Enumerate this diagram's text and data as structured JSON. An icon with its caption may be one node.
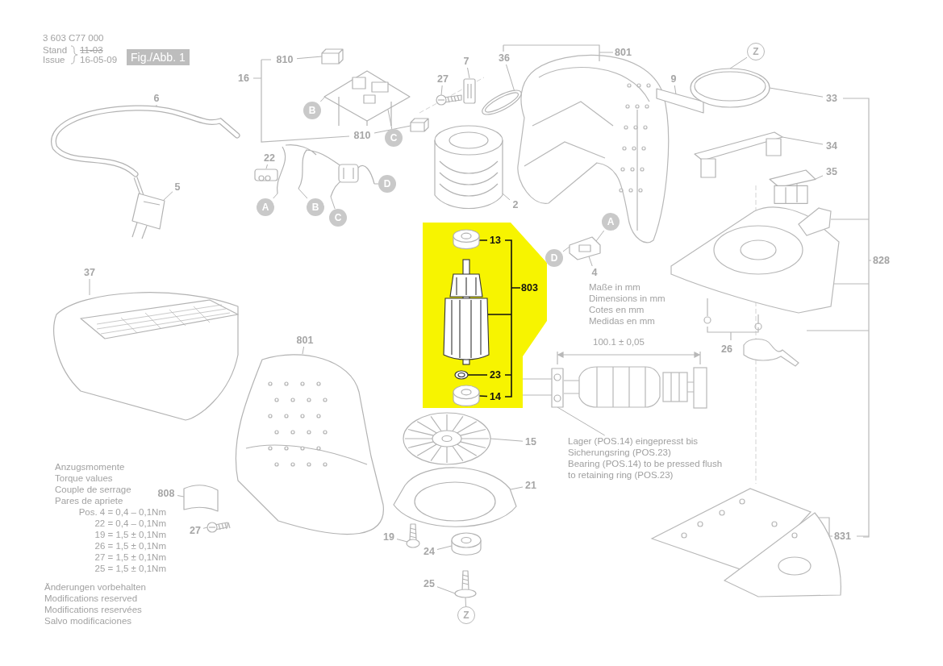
{
  "diagram": {
    "nodes": [
      {
        "text": [
          "810"
        ]
      },
      {
        "text": [],
        "shape": "picture"
      },
      {
        "text": [
          "7"
        ]
      },
      {
        "text": [],
        "shape": "picture"
      },
      {
        "text": [
          "27"
        ]
      },
      {
        "text": [],
        "shape": "picture"
      },
      {
        "text": [
          "36"
        ]
      },
      {
        "text": [],
        "shape": "picture"
      },
      {
        "text": [
          "9"
        ]
      },
      {
        "text": [],
        "shape": "bar"
      },
      {
        "text": [
          "Z"
        ]
      },
      {
        "text": [],
        "shape": "picture"
      },
      {
        "text": [
          "33"
        ]
      },
      {
        "text": [
          "6"
        ]
      },
      {
        "text": [],
        "shape": "picture"
      },
      {
        "text": [
          "22"
        ]
      },
      {
        "text": [],
        "shape": "picture"
      },
      {
        "text": [
          "B"
        ]
      },
      {
        "text": [
          "C"
        ]
      },
      {
        "text": [],
        "shape": "picture"
      },
      {
        "text": [],
        "shape": "picture"
      },
      {
        "text": [
          "810"
        ]
      },
      {
        "text": [
          "34"
        ]
      },
      {
        "text": [],
        "shape": "picture"
      },
      {
        "text": [
          "35"
        ]
      },
      {
        "text": [],
        "shape": "picture"
      },
      {
        "text": [
          "5"
        ]
      },
      {
        "text": [],
        "shape": "picture"
      },
      {
        "text": [
          "D"
        ]
      },
      {
        "text": [],
        "shape": "picture"
      },
      {
        "text": [
          "A"
        ]
      },
      {
        "text": [
          "B"
        ]
      },
      {
        "text": [
          "C"
        ]
      },
      {
        "text": [],
        "shape": "picture"
      },
      {
        "text": [
          "2"
        ]
      },
      {
        "text": [
          "A"
        ]
      },
      {
        "text": [
          "D"
        ]
      },
      {
        "text": [],
        "shape": "picture"
      },
      {
        "text": [
          "4"
        ]
      },
      {
        "text": [
          "37"
        ]
      },
      {
        "text": [],
        "shape": "picture"
      },
      {
        "text": [],
        "shape": "cylinder"
      },
      {
        "text": [
          "13"
        ]
      },
      {
        "text": [],
        "shape": "picture"
      },
      {
        "text": [
          "23"
        ]
      },
      {
        "text": [],
        "shape": "cylinder"
      },
      {
        "text": [
          "14"
        ]
      },
      {
        "text": [
          "801"
        ]
      },
      {
        "text": [],
        "shape": "picture"
      },
      {
        "text": [],
        "shape": "picture"
      },
      {
        "text": [
          "Lager (POS.14) eingepresst bis Sicherungsring (POS.23)",
          "Bearing (POS.14) to be pressed flush to retaining ring (POS.23)"
        ]
      },
      {
        "text": [],
        "shape": "picture"
      },
      {
        "text": [
          "15"
        ]
      },
      {
        "text": [],
        "shape": "picture"
      },
      {
        "text": [
          "21"
        ]
      },
      {
        "text": [
          "808"
        ]
      },
      {
        "text": [],
        "shape": "box"
      },
      {
        "text": [
          "27"
        ]
      },
      {
        "text": [],
        "shape": "picture"
      },
      {
        "text": [
          "19"
        ]
      },
      {
        "text": [],
        "shape": "picture"
      },
      {
        "text": [],
        "shape": "cylinder"
      },
      {
        "text": [
          "24"
        ]
      },
      {
        "text": [],
        "shape": "picture"
      },
      {
        "text": [
          "25"
        ]
      },
      {
        "text": [
          "Z"
        ]
      }
    ],
    "edges": [
      {
        "from": 0,
        "to": 1,
        "arrow": "none"
      },
      {
        "from": 2,
        "to": 3,
        "arrow": "none"
      },
      {
        "from": 4,
        "to": 5,
        "arrow": "none"
      },
      {
        "from": 6,
        "to": 7,
        "arrow": "none"
      },
      {
        "from": 8,
        "to": 9,
        "arrow": "none"
      },
      {
        "from": 10,
        "to": 11,
        "arrow": "none"
      },
      {
        "from": 12,
        "to": 11,
        "arrow": "none"
      },
      {
        "from": 13,
        "to": 14,
        "arrow": "none"
      },
      {
        "from": 15,
        "to": 16,
        "arrow": "none"
      },
      {
        "from": 17,
        "to": 19,
        "arrow": "none"
      },
      {
        "from": 18,
        "to": 19,
        "arrow": "none"
      },
      {
        "from": 21,
        "to": 20,
        "arrow": "none"
      },
      {
        "from": 22,
        "to": 23,
        "arrow": "none"
      },
      {
        "from": 24,
        "to": 25,
        "arrow": "none"
      },
      {
        "from": 26,
        "to": 27,
        "arrow": "none"
      },
      {
        "from": 28,
        "to": 29,
        "arrow": "none"
      },
      {
        "from": 30,
        "to": 29,
        "arrow": "none"
      },
      {
        "from": 31,
        "to": 29,
        "arrow": "none"
      },
      {
        "from": 32,
        "to": 29,
        "arrow": "none"
      },
      {
        "from": 34,
        "to": 33,
        "arrow": "none"
      },
      {
        "from": 35,
        "to": 37,
        "arrow": "none"
      },
      {
        "from": 36,
        "to": 37,
        "arrow": "none"
      },
      {
        "from": 38,
        "to": 37,
        "arrow": "none"
      },
      {
        "from": 39,
        "to": 40,
        "arrow": "none"
      },
      {
        "from": 42,
        "to": 41,
        "arrow": "none",
        "color": "#111111"
      },
      {
        "from": 44,
        "to": 43,
        "arrow": "none",
        "color": "#111111"
      },
      {
        "from": 46,
        "to": 45,
        "arrow": "none",
        "color": "#111111"
      },
      {
        "from": 47,
        "to": 48,
        "arrow": "none"
      },
      {
        "from": 50,
        "to": 49,
        "arrow": "none"
      },
      {
        "from": 52,
        "to": 51,
        "arrow": "none"
      },
      {
        "from": 54,
        "to": 53,
        "arrow": "none"
      },
      {
        "from": 55,
        "to": 56,
        "arrow": "none"
      },
      {
        "from": 57,
        "to": 58,
        "arrow": "none"
      },
      {
        "from": 59,
        "to": 60,
        "arrow": "none"
      },
      {
        "from": 62,
        "to": 61,
        "arrow": "none"
      },
      {
        "from": 64,
        "to": 63,
        "arrow": "none"
      },
      {
        "from": 63,
        "to": 65,
        "arrow": "none"
      }
    ],
    "labels": [
      "3 603 C77 000",
      "Stand",
      "Issue",
      "11-03",
      "16-05-09",
      "Fig./Abb. 1",
      "16",
      "801",
      "803",
      "828",
      "831",
      "26",
      "Maße in mm",
      "Dimensions in mm",
      "Cotes en mm",
      "Medidas en mm",
      "100.1 ± 0,05",
      "Anzugsmomente",
      "Torque values",
      "Couple de serrage",
      "Pares de apriete",
      "Pos. 4 = 0,4 – 0,1Nm",
      "22 = 0,4 – 0,1Nm",
      "19 = 1,5 ± 0,1Nm",
      "26 = 1,5 ± 0,1Nm",
      "27 = 1,5 ± 0,1Nm",
      "25 = 1,5 ± 0,1Nm",
      "Änderungen vorbehalten",
      "Modifications reserved",
      "Modifications reservées",
      "Salvo modificaciones"
    ]
  }
}
